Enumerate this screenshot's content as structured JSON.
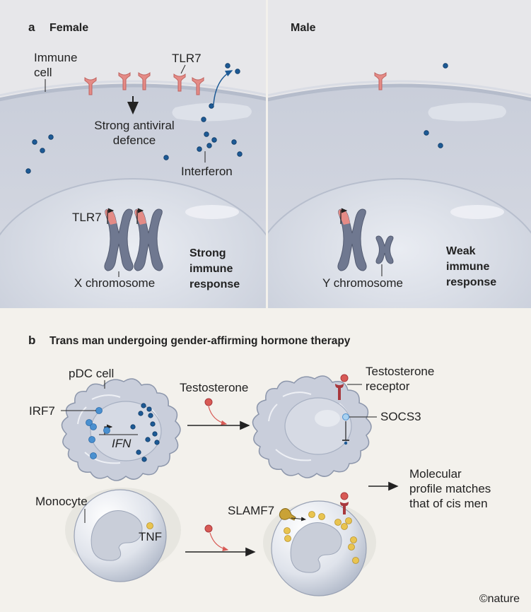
{
  "panel_a": {
    "letter": "a",
    "female": {
      "heading": "Female",
      "immune_cell": [
        "Immune",
        "cell"
      ],
      "tlr7_receptor": "TLR7",
      "strong_defence": [
        "Strong antiviral",
        "defence"
      ],
      "interferon": "Interferon",
      "tlr7_gene": "TLR7",
      "x_chromosome": "X chromosome",
      "response": [
        "Strong",
        "immune",
        "response"
      ]
    },
    "male": {
      "heading": "Male",
      "y_chromosome": "Y chromosome",
      "response": [
        "Weak",
        "immune",
        "response"
      ]
    }
  },
  "panel_b": {
    "letter": "b",
    "title": "Trans man undergoing gender-affirming hormone therapy",
    "pdc_cell": "pDC cell",
    "irf7": "IRF7",
    "ifn": "IFN",
    "testosterone": "Testosterone",
    "testosterone_receptor": [
      "Testosterone",
      "receptor"
    ],
    "socs3": "SOCS3",
    "monocyte": "Monocyte",
    "tnf": "TNF",
    "slamf7": "SLAMF7",
    "outcome": [
      "Molecular",
      "profile matches",
      "that of cis men"
    ],
    "credit": "©nature"
  },
  "colors": {
    "receptor_pink": "#e48b86",
    "receptor_dark_red": "#a8383d",
    "interferon_blue": "#1d5a95",
    "irf7_blue": "#4a90d0",
    "tnf_yellow": "#e9c450",
    "testosterone_red": "#d85a55",
    "cell_grey": "#c5cad7",
    "nucleus_grey": "#d9dde6",
    "chromosome": "#6f7890",
    "panel_a_bg": "#e7e7ea",
    "panel_b_bg": "#f3f1ec"
  }
}
